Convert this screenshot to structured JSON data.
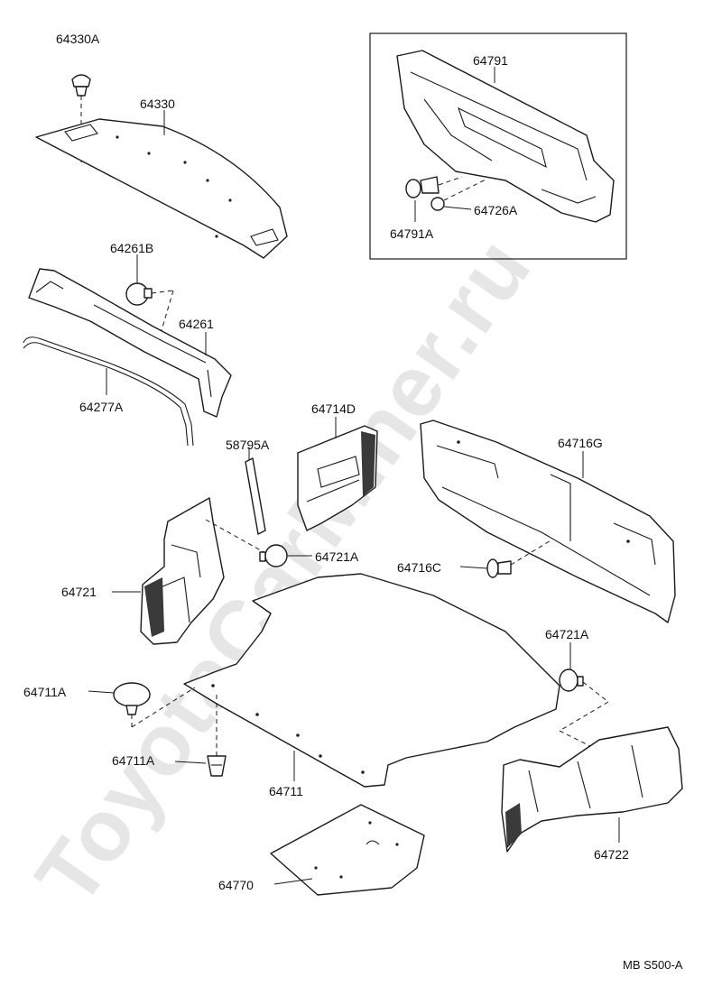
{
  "watermark": "ToyotaCarMiner.ru",
  "code": "MB S500-A",
  "labels": {
    "p64330A": "64330A",
    "p64330": "64330",
    "p64791": "64791",
    "p64726A": "64726A",
    "p64791A": "64791A",
    "p64261B": "64261B",
    "p64261": "64261",
    "p64277A": "64277A",
    "p64714D": "64714D",
    "p64716G": "64716G",
    "p58795A": "58795A",
    "p64721A_top": "64721A",
    "p64721": "64721",
    "p64716C": "64716C",
    "p64721A_right": "64721A",
    "p64711A_top": "64711A",
    "p64711A_bottom": "64711A",
    "p64711": "64711",
    "p64722": "64722",
    "p64770": "64770"
  }
}
